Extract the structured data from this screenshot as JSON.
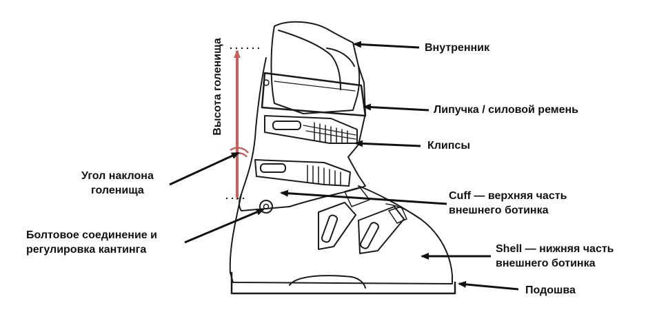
{
  "colors": {
    "ink": "#111111",
    "measure": "#c9605a",
    "background": "#ffffff"
  },
  "labels": {
    "liner": "Внутренник",
    "strap": "Липучка / силовой ремень",
    "buckles": "Клипсы",
    "cuff_line1": "Cuff — верхняя часть",
    "cuff_line2": "внешнего ботинка",
    "shell_line1": "Shell — нижняя часть",
    "shell_line2": "внешнего ботинка",
    "sole": "Подошва",
    "angle_line1": "Угол наклона",
    "angle_line2": "голенища",
    "bolt_line1": "Болтовое соединение и",
    "bolt_line2": "регулировка кантинга",
    "height": "Высота голенища"
  }
}
